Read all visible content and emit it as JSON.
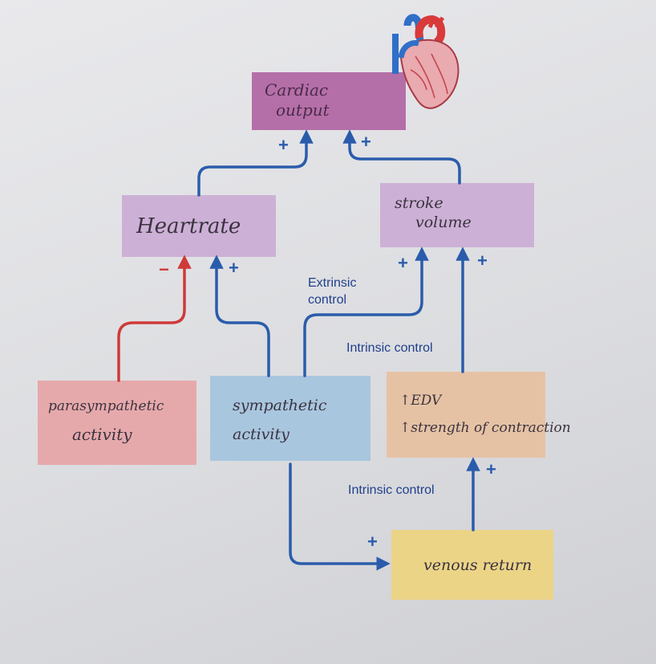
{
  "nodes": {
    "cardiac_output": {
      "line1": "Cardiac",
      "line2": "output",
      "color": "#b56fa8"
    },
    "heart_rate": {
      "text": "Heartrate",
      "color": "#cdb0d6"
    },
    "stroke_volume": {
      "line1": "stroke",
      "line2": "volume",
      "color": "#cdb0d6"
    },
    "parasympathetic": {
      "line1": "parasympathetic",
      "line2": "activity",
      "color": "#e6a9ab"
    },
    "sympathetic": {
      "line1": "sympathetic",
      "line2": "activity",
      "color": "#a9c6df"
    },
    "edv": {
      "line1": "↑EDV",
      "line2": "↑strength of contraction",
      "color": "#e6c2a4"
    },
    "venous_return": {
      "text": "venous return",
      "color": "#ecd487"
    }
  },
  "labels": {
    "extrinsic_line1": "Extrinsic",
    "extrinsic_line2": "control",
    "intrinsic_upper": "Intrinsic control",
    "intrinsic_lower": "Intrinsic control"
  },
  "signs": {
    "co_left": "+",
    "co_right": "+",
    "hr_minus": "−",
    "hr_plus": "+",
    "sv_left": "+",
    "sv_right": "+",
    "edv_plus": "+",
    "vr_plus": "+"
  },
  "colors": {
    "arrow_blue": "#2a5cab",
    "arrow_red": "#cf3a3a"
  },
  "icons": {
    "heart": "heart-illustration-icon"
  }
}
